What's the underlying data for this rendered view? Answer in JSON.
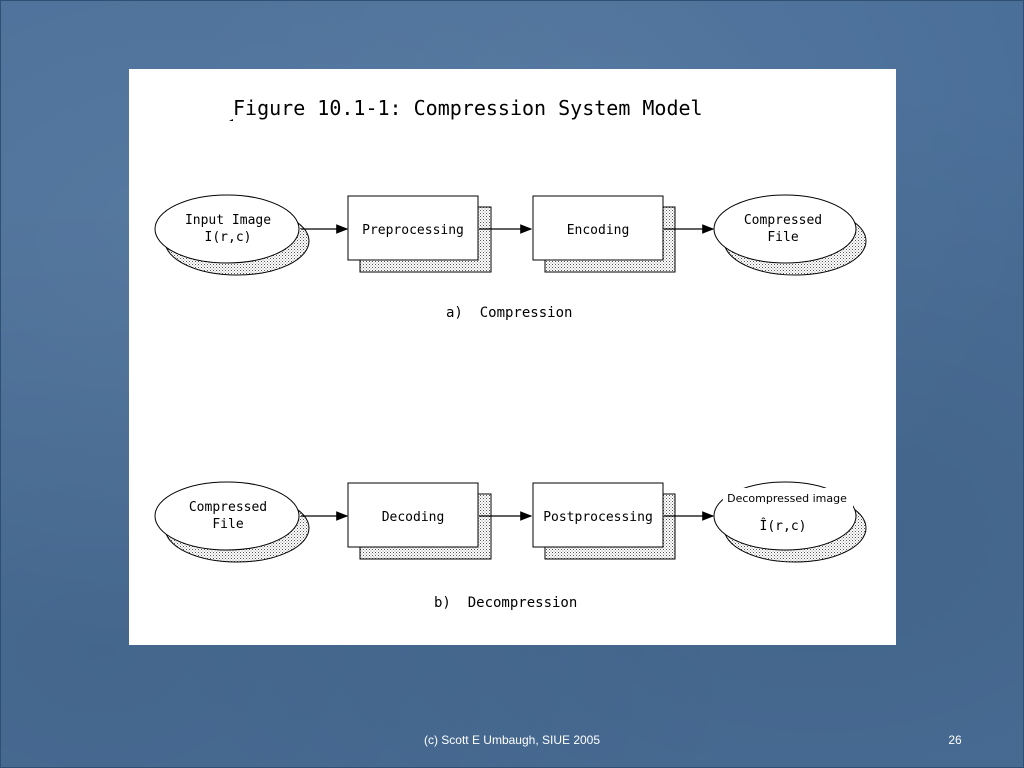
{
  "figure": {
    "title": "Figure 10.1-1: Compression System Model",
    "compression": {
      "caption": "a)  Compression",
      "input_line1": "Input Image",
      "input_line2": "I(r,c)",
      "block1": "Preprocessing",
      "block2": "Encoding",
      "output_line1": "Compressed",
      "output_line2": "File"
    },
    "decompression": {
      "caption": "b)  Decompression",
      "input_line1": "Compressed",
      "input_line2": "File",
      "block1": "Decoding",
      "block2": "Postprocessing",
      "output_line1": "Decompressed image",
      "output_line2": "Î(r,c)"
    }
  },
  "footer": {
    "copyright": "(c) Scott E Umbaugh, SIUE 2005",
    "page_number": "26"
  }
}
